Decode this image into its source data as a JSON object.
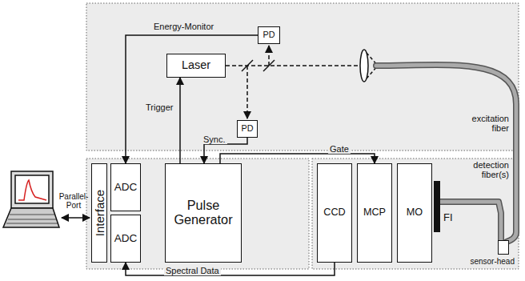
{
  "diagram": {
    "nodes": [
      {
        "text": [
          "PD"
        ]
      },
      {
        "text": [
          "Laser"
        ]
      },
      {
        "text": [
          "PD"
        ]
      },
      {
        "text": [
          "Interface"
        ]
      },
      {
        "text": [
          "ADC"
        ]
      },
      {
        "text": [
          "Pulse Generator"
        ]
      },
      {
        "text": [
          "ADC"
        ]
      },
      {
        "text": [
          "CCD"
        ]
      },
      {
        "text": [
          "MCP"
        ]
      },
      {
        "text": [
          "MO"
        ]
      },
      {
        "text": [
          "FI"
        ]
      },
      {
        "text": [
          "sensor-head"
        ]
      }
    ],
    "edges": [
      {
        "from": 0,
        "to": 4,
        "arrow": "to",
        "label": "Energy-Monitor"
      },
      {
        "from": 5,
        "to": 1,
        "arrow": "to",
        "label": "Trigger"
      },
      {
        "from": 2,
        "to": 5,
        "arrow": "to",
        "label": "Sync."
      },
      {
        "from": 5,
        "to": 8,
        "arrow": "to",
        "label": "Gate"
      },
      {
        "from": 7,
        "to": 6,
        "arrow": "to",
        "label": "Spectral Data"
      },
      {
        "from": 10,
        "to": 11,
        "arrow": "none"
      }
    ],
    "labels": [
      "Parallel-Port",
      "excitation fiber",
      "detection fiber(s)"
    ]
  }
}
